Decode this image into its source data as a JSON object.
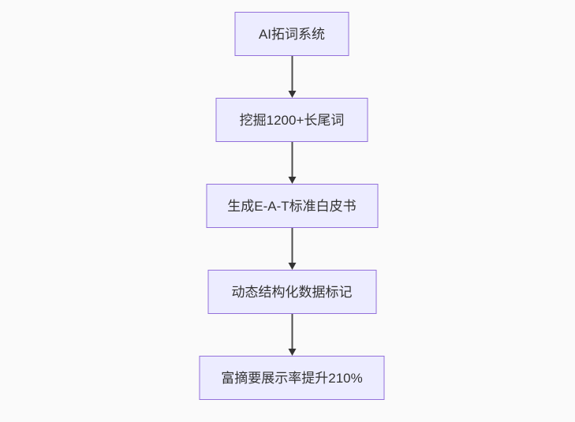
{
  "diagram": {
    "type": "flowchart",
    "direction": "top-down",
    "colors": {
      "background": "#fafafa",
      "node_fill": "#ECECFF",
      "node_border": "#9370DB",
      "text": "#333333",
      "arrow": "#333333"
    }
  },
  "flowchart": {
    "nodes": [
      {
        "id": "n1",
        "label": "AI拓词系统"
      },
      {
        "id": "n2",
        "label": "挖掘1200+长尾词"
      },
      {
        "id": "n3",
        "label": "生成E-A-T标准白皮书"
      },
      {
        "id": "n4",
        "label": "动态结构化数据标记"
      },
      {
        "id": "n5",
        "label": "富摘要展示率提升210%"
      }
    ],
    "edges": [
      {
        "from": "n1",
        "to": "n2"
      },
      {
        "from": "n2",
        "to": "n3"
      },
      {
        "from": "n3",
        "to": "n4"
      },
      {
        "from": "n4",
        "to": "n5"
      }
    ]
  }
}
